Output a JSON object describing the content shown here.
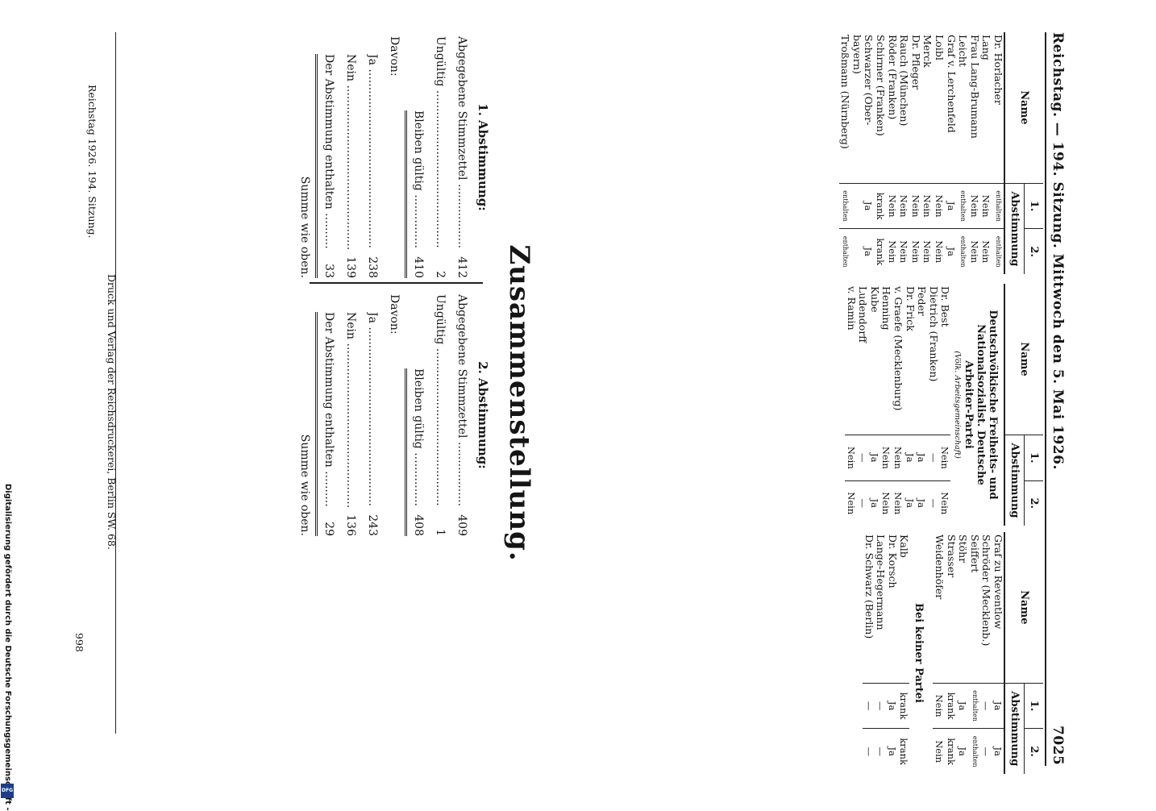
{
  "header": {
    "left": "Reichstag. — 194. Sitzung. Mittwoch den 5. Mai 1926.",
    "page_number": "7025"
  },
  "table_headers": {
    "name": "Name",
    "col1": "1.",
    "col2": "2.",
    "abstimmung": "Abstimmung"
  },
  "col1_rows": [
    {
      "name": "Dr. Horlacher",
      "v1": "enthalten",
      "v2": "enthalten"
    },
    {
      "name": "Lang",
      "v1": "Nein",
      "v2": "Nein"
    },
    {
      "name": "Frau Lang-Brumann",
      "v1": "Nein",
      "v2": "Nein"
    },
    {
      "name": "Leicht",
      "v1": "enthalten",
      "v2": "enthalten"
    },
    {
      "name": "Graf v. Lerchenfeld",
      "v1": "Ja",
      "v2": "Ja"
    },
    {
      "name": "Loibl",
      "v1": "Nein",
      "v2": "Nein"
    },
    {
      "name": "Merck",
      "v1": "Nein",
      "v2": "Nein"
    },
    {
      "name": "Dr. Pfleger",
      "v1": "Nein",
      "v2": "Nein"
    },
    {
      "name": "Rauch (München)",
      "v1": "Nein",
      "v2": "Nein"
    },
    {
      "name": "Röder (Franken)",
      "v1": "Nein",
      "v2": "Nein"
    },
    {
      "name": "Schirmer (Franken)",
      "v1": "krank",
      "v2": "krank"
    },
    {
      "name": "Schwarzer (Ober-",
      "v1": "Ja",
      "v2": "Ja"
    },
    {
      "name": "bayern)",
      "v1": "",
      "v2": ""
    },
    {
      "name": "Troßmann (Nürnberg)",
      "v1": "enthalten",
      "v2": "enthalten"
    }
  ],
  "col2_group": {
    "title_lines": [
      "Deutschvölkische Freiheits- und",
      "Nationalsozialist. Deutsche",
      "Arbeiter-Partei"
    ],
    "subtitle": "(Völk. Arbeitsgemeinschaft)"
  },
  "col2_rows": [
    {
      "name": "Dr. Best",
      "v1": "Nein",
      "v2": "Nein"
    },
    {
      "name": "Dietrich (Franken)",
      "v1": "—",
      "v2": "—"
    },
    {
      "name": "Feder",
      "v1": "Ja",
      "v2": "Ja"
    },
    {
      "name": "Dr. Frick",
      "v1": "Ja",
      "v2": "Ja"
    },
    {
      "name": "v. Graefe (Mecklenburg)",
      "v1": "Nein",
      "v2": "Nein"
    },
    {
      "name": "Henning",
      "v1": "Nein",
      "v2": "Nein"
    },
    {
      "name": "Kube",
      "v1": "Ja",
      "v2": "Ja"
    },
    {
      "name": "Ludendorff",
      "v1": "—",
      "v2": "—"
    },
    {
      "name": "v. Ramin",
      "v1": "Nein",
      "v2": "Nein"
    }
  ],
  "col3_rows": [
    {
      "name": "Graf zu Reventlow",
      "v1": "Ja",
      "v2": "Ja"
    },
    {
      "name": "Schröder (Mecklenb.)",
      "v1": "—",
      "v2": "—"
    },
    {
      "name": "Seiffert",
      "v1": "enthalten",
      "v2": "enthalten"
    },
    {
      "name": "Stöhr",
      "v1": "Ja",
      "v2": "Ja"
    },
    {
      "name": "Strasser",
      "v1": "krank",
      "v2": "krank"
    },
    {
      "name": "Weidenhöfer",
      "v1": "Nein",
      "v2": "Nein"
    }
  ],
  "col3_group": {
    "title": "Bei keiner Partei"
  },
  "col3_rows_b": [
    {
      "name": "Kalb",
      "v1": "krank",
      "v2": "krank"
    },
    {
      "name": "Dr. Korsch",
      "v1": "Ja",
      "v2": "Ja"
    },
    {
      "name": "Lange-Hegermann",
      "v1": "—",
      "v2": "—"
    },
    {
      "name": "Dr. Schwarz (Berlin)",
      "v1": "—",
      "v2": "—"
    }
  ],
  "summary": {
    "title": "Zusammenstellung.",
    "block1": {
      "heading": "1. Abstimmung:",
      "abgegeben_label": "Abgegebene Stimmzettel",
      "abgegeben": "412",
      "ungueltig_label": "Ungültig",
      "ungueltig": "2",
      "gueltig_label": "Bleiben gültig",
      "gueltig": "410",
      "davon_label": "Davon:",
      "ja_label": "Ja",
      "ja": "238",
      "nein_label": "Nein",
      "nein": "139",
      "enth_label": "Der Abstimmung enthalten",
      "enth": "33",
      "summe": "Summe wie oben."
    },
    "block2": {
      "heading": "2. Abstimmung:",
      "abgegeben_label": "Abgegebene Stimmzettel",
      "abgegeben": "409",
      "ungueltig_label": "Ungültig",
      "ungueltig": "1",
      "gueltig_label": "Bleiben gültig",
      "gueltig": "408",
      "davon_label": "Davon:",
      "ja_label": "Ja",
      "ja": "243",
      "nein_label": "Nein",
      "nein": "136",
      "enth_label": "Der Abstimmung enthalten",
      "enth": "29",
      "summe": "Summe wie oben."
    }
  },
  "footer": {
    "left": "Reichstag 1926. 194. Sitzung.",
    "center": "Druck und Verlag der Reichsdruckerei, Berlin SW. 68.",
    "right": "998"
  },
  "margin_note": "Digitalisierung gefördert durch die Deutsche Forschungsgemeinschaft -",
  "margin_logo": "DFG"
}
